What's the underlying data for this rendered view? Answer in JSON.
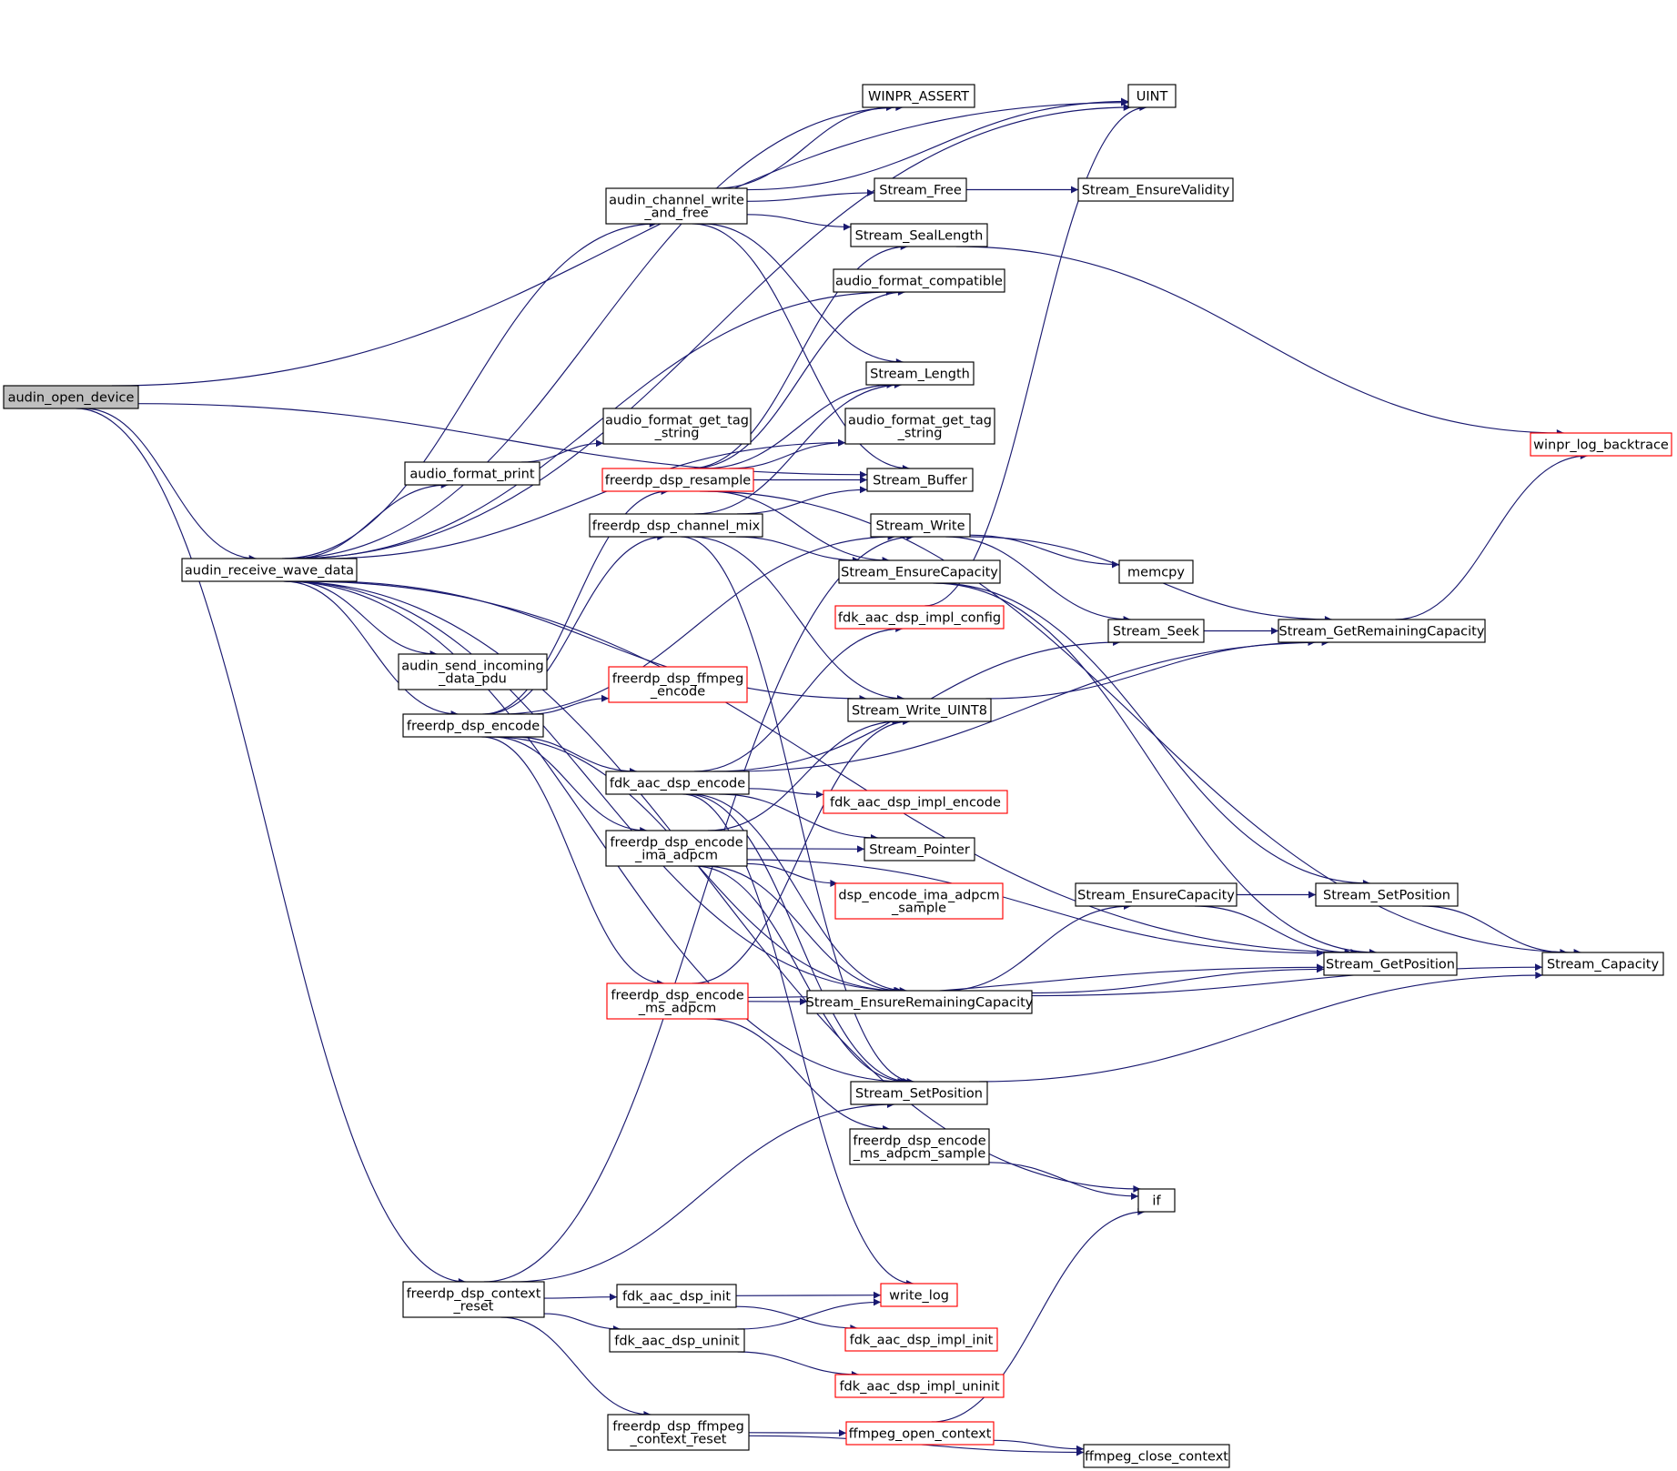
{
  "graph": {
    "root": "audin_open_device",
    "nodes": [
      {
        "id": "audin_open_device",
        "lines": [
          "audin_open_device"
        ],
        "style": "root"
      },
      {
        "id": "UINT",
        "lines": [
          "UINT"
        ],
        "style": "normal"
      },
      {
        "id": "audin_receive_wave_data",
        "lines": [
          "audin_receive_wave_data"
        ],
        "style": "normal"
      },
      {
        "id": "Stream_Buffer",
        "lines": [
          "Stream_Buffer"
        ],
        "style": "normal"
      },
      {
        "id": "freerdp_dsp_context_reset",
        "lines": [
          "freerdp_dsp_context",
          "_reset"
        ],
        "style": "normal"
      },
      {
        "id": "WINPR_ASSERT",
        "lines": [
          "WINPR_ASSERT"
        ],
        "style": "normal"
      },
      {
        "id": "audin_channel_write_and_free",
        "lines": [
          "audin_channel_write",
          "_and_free"
        ],
        "style": "normal"
      },
      {
        "id": "Stream_Free",
        "lines": [
          "Stream_Free"
        ],
        "style": "normal"
      },
      {
        "id": "Stream_EnsureValidity",
        "lines": [
          "Stream_EnsureValidity"
        ],
        "style": "normal"
      },
      {
        "id": "Stream_SealLength",
        "lines": [
          "Stream_SealLength"
        ],
        "style": "normal"
      },
      {
        "id": "audio_format_compatible",
        "lines": [
          "audio_format_compatible"
        ],
        "style": "normal"
      },
      {
        "id": "Stream_Length",
        "lines": [
          "Stream_Length"
        ],
        "style": "normal"
      },
      {
        "id": "audio_format_get_tag_string_1",
        "lines": [
          "audio_format_get_tag",
          "_string"
        ],
        "style": "normal"
      },
      {
        "id": "audio_format_get_tag_string_2",
        "lines": [
          "audio_format_get_tag",
          "_string"
        ],
        "style": "normal"
      },
      {
        "id": "audio_format_print",
        "lines": [
          "audio_format_print"
        ],
        "style": "normal"
      },
      {
        "id": "freerdp_dsp_resample",
        "lines": [
          "freerdp_dsp_resample"
        ],
        "style": "red"
      },
      {
        "id": "freerdp_dsp_channel_mix",
        "lines": [
          "freerdp_dsp_channel_mix"
        ],
        "style": "normal"
      },
      {
        "id": "Stream_Write",
        "lines": [
          "Stream_Write"
        ],
        "style": "normal"
      },
      {
        "id": "memcpy",
        "lines": [
          "memcpy"
        ],
        "style": "normal"
      },
      {
        "id": "Stream_EnsureCapacity_1",
        "lines": [
          "Stream_EnsureCapacity"
        ],
        "style": "normal"
      },
      {
        "id": "fdk_aac_dsp_impl_config",
        "lines": [
          "fdk_aac_dsp_impl_config"
        ],
        "style": "red"
      },
      {
        "id": "Stream_Seek",
        "lines": [
          "Stream_Seek"
        ],
        "style": "normal"
      },
      {
        "id": "Stream_GetRemainingCapacity",
        "lines": [
          "Stream_GetRemainingCapacity"
        ],
        "style": "normal"
      },
      {
        "id": "winpr_log_backtrace",
        "lines": [
          "winpr_log_backtrace"
        ],
        "style": "red"
      },
      {
        "id": "audin_send_incoming_data_pdu",
        "lines": [
          "audin_send_incoming",
          "_data_pdu"
        ],
        "style": "normal"
      },
      {
        "id": "freerdp_dsp_ffmpeg_encode",
        "lines": [
          "freerdp_dsp_ffmpeg",
          "_encode"
        ],
        "style": "red"
      },
      {
        "id": "freerdp_dsp_encode",
        "lines": [
          "freerdp_dsp_encode"
        ],
        "style": "normal"
      },
      {
        "id": "Stream_Write_UINT8",
        "lines": [
          "Stream_Write_UINT8"
        ],
        "style": "normal"
      },
      {
        "id": "fdk_aac_dsp_encode",
        "lines": [
          "fdk_aac_dsp_encode"
        ],
        "style": "normal"
      },
      {
        "id": "fdk_aac_dsp_impl_encode",
        "lines": [
          "fdk_aac_dsp_impl_encode"
        ],
        "style": "red"
      },
      {
        "id": "freerdp_dsp_encode_ima_adpcm",
        "lines": [
          "freerdp_dsp_encode",
          "_ima_adpcm"
        ],
        "style": "normal"
      },
      {
        "id": "Stream_Pointer",
        "lines": [
          "Stream_Pointer"
        ],
        "style": "normal"
      },
      {
        "id": "dsp_encode_ima_adpcm_sample",
        "lines": [
          "dsp_encode_ima_adpcm",
          "_sample"
        ],
        "style": "red"
      },
      {
        "id": "Stream_EnsureCapacity_2",
        "lines": [
          "Stream_EnsureCapacity"
        ],
        "style": "normal"
      },
      {
        "id": "Stream_SetPosition_1",
        "lines": [
          "Stream_SetPosition"
        ],
        "style": "normal"
      },
      {
        "id": "Stream_GetPosition",
        "lines": [
          "Stream_GetPosition"
        ],
        "style": "normal"
      },
      {
        "id": "Stream_Capacity",
        "lines": [
          "Stream_Capacity"
        ],
        "style": "normal"
      },
      {
        "id": "freerdp_dsp_encode_ms_adpcm",
        "lines": [
          "freerdp_dsp_encode",
          "_ms_adpcm"
        ],
        "style": "red"
      },
      {
        "id": "Stream_EnsureRemainingCapacity",
        "lines": [
          "Stream_EnsureRemainingCapacity"
        ],
        "style": "normal"
      },
      {
        "id": "Stream_SetPosition_2",
        "lines": [
          "Stream_SetPosition"
        ],
        "style": "normal"
      },
      {
        "id": "freerdp_dsp_encode_ms_adpcm_sample",
        "lines": [
          "freerdp_dsp_encode",
          "_ms_adpcm_sample"
        ],
        "style": "normal"
      },
      {
        "id": "if",
        "lines": [
          "if"
        ],
        "style": "normal"
      },
      {
        "id": "fdk_aac_dsp_init",
        "lines": [
          "fdk_aac_dsp_init"
        ],
        "style": "normal"
      },
      {
        "id": "write_log",
        "lines": [
          "write_log"
        ],
        "style": "red"
      },
      {
        "id": "fdk_aac_dsp_impl_init",
        "lines": [
          "fdk_aac_dsp_impl_init"
        ],
        "style": "red"
      },
      {
        "id": "fdk_aac_dsp_uninit",
        "lines": [
          "fdk_aac_dsp_uninit"
        ],
        "style": "normal"
      },
      {
        "id": "fdk_aac_dsp_impl_uninit",
        "lines": [
          "fdk_aac_dsp_impl_uninit"
        ],
        "style": "red"
      },
      {
        "id": "freerdp_dsp_ffmpeg_context_reset",
        "lines": [
          "freerdp_dsp_ffmpeg",
          "_context_reset"
        ],
        "style": "normal"
      },
      {
        "id": "ffmpeg_open_context",
        "lines": [
          "ffmpeg_open_context"
        ],
        "style": "red"
      },
      {
        "id": "ffmpeg_close_context",
        "lines": [
          "ffmpeg_close_context"
        ],
        "style": "normal"
      }
    ],
    "edges": [
      [
        "audin_open_device",
        "UINT"
      ],
      [
        "audin_open_device",
        "audin_receive_wave_data"
      ],
      [
        "audin_open_device",
        "Stream_Buffer"
      ],
      [
        "audin_open_device",
        "freerdp_dsp_context_reset"
      ],
      [
        "audin_receive_wave_data",
        "UINT"
      ],
      [
        "audin_receive_wave_data",
        "WINPR_ASSERT"
      ],
      [
        "audin_receive_wave_data",
        "audin_channel_write_and_free"
      ],
      [
        "audin_receive_wave_data",
        "audio_format_compatible"
      ],
      [
        "audin_receive_wave_data",
        "audio_format_get_tag_string_2"
      ],
      [
        "audin_receive_wave_data",
        "audio_format_print"
      ],
      [
        "audin_receive_wave_data",
        "Stream_Write_UINT8"
      ],
      [
        "audin_receive_wave_data",
        "audin_send_incoming_data_pdu"
      ],
      [
        "audin_receive_wave_data",
        "freerdp_dsp_encode"
      ],
      [
        "audin_receive_wave_data",
        "Stream_EnsureRemainingCapacity"
      ],
      [
        "audin_receive_wave_data",
        "Stream_SetPosition_2"
      ],
      [
        "audin_receive_wave_data",
        "if"
      ],
      [
        "audin_receive_wave_data",
        "Stream_GetPosition"
      ],
      [
        "audin_channel_write_and_free",
        "WINPR_ASSERT"
      ],
      [
        "audin_channel_write_and_free",
        "UINT"
      ],
      [
        "audin_channel_write_and_free",
        "Stream_Free"
      ],
      [
        "audin_channel_write_and_free",
        "Stream_SealLength"
      ],
      [
        "audin_channel_write_and_free",
        "Stream_Length"
      ],
      [
        "audin_channel_write_and_free",
        "Stream_Buffer"
      ],
      [
        "Stream_Free",
        "Stream_EnsureValidity"
      ],
      [
        "Stream_SealLength",
        "winpr_log_backtrace"
      ],
      [
        "audio_format_print",
        "audio_format_get_tag_string_1"
      ],
      [
        "freerdp_dsp_encode",
        "freerdp_dsp_resample"
      ],
      [
        "freerdp_dsp_encode",
        "freerdp_dsp_channel_mix"
      ],
      [
        "freerdp_dsp_encode",
        "Stream_Write"
      ],
      [
        "freerdp_dsp_encode",
        "freerdp_dsp_ffmpeg_encode"
      ],
      [
        "freerdp_dsp_encode",
        "fdk_aac_dsp_encode"
      ],
      [
        "freerdp_dsp_encode",
        "freerdp_dsp_encode_ima_adpcm"
      ],
      [
        "freerdp_dsp_encode",
        "freerdp_dsp_encode_ms_adpcm"
      ],
      [
        "freerdp_dsp_encode",
        "Stream_EnsureRemainingCapacity"
      ],
      [
        "freerdp_dsp_resample",
        "audio_format_compatible"
      ],
      [
        "freerdp_dsp_resample",
        "Stream_Length"
      ],
      [
        "freerdp_dsp_resample",
        "audio_format_get_tag_string_2"
      ],
      [
        "freerdp_dsp_resample",
        "Stream_Buffer"
      ],
      [
        "freerdp_dsp_resample",
        "Stream_EnsureCapacity_1"
      ],
      [
        "freerdp_dsp_resample",
        "Stream_SealLength"
      ],
      [
        "freerdp_dsp_resample",
        "Stream_Capacity"
      ],
      [
        "freerdp_dsp_channel_mix",
        "Stream_Buffer"
      ],
      [
        "freerdp_dsp_channel_mix",
        "Stream_EnsureCapacity_1"
      ],
      [
        "freerdp_dsp_channel_mix",
        "Stream_Write_UINT8"
      ],
      [
        "freerdp_dsp_channel_mix",
        "Stream_Length"
      ],
      [
        "freerdp_dsp_channel_mix",
        "Stream_SetPosition_2"
      ],
      [
        "Stream_Write",
        "memcpy"
      ],
      [
        "Stream_Write",
        "Stream_Seek"
      ],
      [
        "Stream_Write",
        "Stream_GetRemainingCapacity"
      ],
      [
        "Stream_EnsureCapacity_1",
        "Stream_SetPosition_1"
      ],
      [
        "Stream_EnsureCapacity_1",
        "Stream_GetPosition"
      ],
      [
        "fdk_aac_dsp_impl_config",
        "UINT"
      ],
      [
        "Stream_Seek",
        "Stream_GetRemainingCapacity"
      ],
      [
        "Stream_GetRemainingCapacity",
        "winpr_log_backtrace"
      ],
      [
        "Stream_Write_UINT8",
        "Stream_GetRemainingCapacity"
      ],
      [
        "fdk_aac_dsp_encode",
        "fdk_aac_dsp_impl_config"
      ],
      [
        "fdk_aac_dsp_encode",
        "Stream_Seek"
      ],
      [
        "fdk_aac_dsp_encode",
        "Stream_GetRemainingCapacity"
      ],
      [
        "fdk_aac_dsp_encode",
        "fdk_aac_dsp_impl_encode"
      ],
      [
        "fdk_aac_dsp_encode",
        "Stream_Pointer"
      ],
      [
        "fdk_aac_dsp_encode",
        "Stream_EnsureRemainingCapacity"
      ],
      [
        "fdk_aac_dsp_encode",
        "Stream_SetPosition_2"
      ],
      [
        "fdk_aac_dsp_encode",
        "write_log"
      ],
      [
        "freerdp_dsp_encode_ima_adpcm",
        "Stream_Pointer"
      ],
      [
        "freerdp_dsp_encode_ima_adpcm",
        "dsp_encode_ima_adpcm_sample"
      ],
      [
        "freerdp_dsp_encode_ima_adpcm",
        "Stream_Write_UINT8"
      ],
      [
        "freerdp_dsp_encode_ima_adpcm",
        "Stream_EnsureRemainingCapacity"
      ],
      [
        "freerdp_dsp_encode_ima_adpcm",
        "Stream_GetPosition"
      ],
      [
        "freerdp_dsp_encode_ima_adpcm",
        "Stream_SetPosition_2"
      ],
      [
        "Stream_EnsureCapacity_2",
        "Stream_SetPosition_1"
      ],
      [
        "Stream_EnsureCapacity_2",
        "Stream_GetPosition"
      ],
      [
        "Stream_SetPosition_1",
        "Stream_Capacity"
      ],
      [
        "freerdp_dsp_encode_ms_adpcm",
        "Stream_Write_UINT8"
      ],
      [
        "freerdp_dsp_encode_ms_adpcm",
        "Stream_EnsureRemainingCapacity"
      ],
      [
        "freerdp_dsp_encode_ms_adpcm",
        "Stream_GetPosition"
      ],
      [
        "freerdp_dsp_encode_ms_adpcm",
        "freerdp_dsp_encode_ms_adpcm_sample"
      ],
      [
        "Stream_EnsureRemainingCapacity",
        "Stream_EnsureCapacity_2"
      ],
      [
        "Stream_EnsureRemainingCapacity",
        "Stream_GetPosition"
      ],
      [
        "Stream_EnsureRemainingCapacity",
        "Stream_Capacity"
      ],
      [
        "Stream_SetPosition_2",
        "Stream_Capacity"
      ],
      [
        "freerdp_dsp_encode_ms_adpcm_sample",
        "if"
      ],
      [
        "freerdp_dsp_context_reset",
        "Stream_Write"
      ],
      [
        "freerdp_dsp_context_reset",
        "Stream_SetPosition_2"
      ],
      [
        "freerdp_dsp_context_reset",
        "fdk_aac_dsp_init"
      ],
      [
        "freerdp_dsp_context_reset",
        "fdk_aac_dsp_uninit"
      ],
      [
        "freerdp_dsp_context_reset",
        "freerdp_dsp_ffmpeg_context_reset"
      ],
      [
        "fdk_aac_dsp_init",
        "write_log"
      ],
      [
        "fdk_aac_dsp_init",
        "fdk_aac_dsp_impl_init"
      ],
      [
        "fdk_aac_dsp_uninit",
        "write_log"
      ],
      [
        "fdk_aac_dsp_uninit",
        "fdk_aac_dsp_impl_uninit"
      ],
      [
        "freerdp_dsp_ffmpeg_context_reset",
        "ffmpeg_open_context"
      ],
      [
        "freerdp_dsp_ffmpeg_context_reset",
        "ffmpeg_close_context"
      ],
      [
        "ffmpeg_open_context",
        "if"
      ],
      [
        "ffmpeg_open_context",
        "ffmpeg_close_context"
      ]
    ],
    "colors": {
      "edge": "#191970",
      "node_border": "#000000",
      "node_border_incomplete": "#ff0000",
      "root_fill": "#bfbfbf",
      "background": "#ffffff"
    }
  }
}
